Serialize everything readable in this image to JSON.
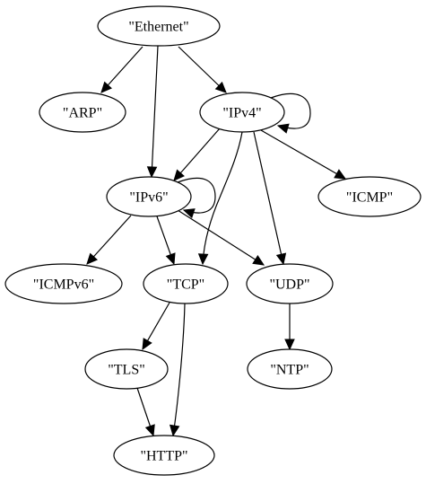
{
  "nodes": [
    {
      "id": "ethernet",
      "label": "\"Ethernet\""
    },
    {
      "id": "arp",
      "label": "\"ARP\""
    },
    {
      "id": "ipv4",
      "label": "\"IPv4\""
    },
    {
      "id": "ipv6",
      "label": "\"IPv6\""
    },
    {
      "id": "icmp",
      "label": "\"ICMP\""
    },
    {
      "id": "icmpv6",
      "label": "\"ICMPv6\""
    },
    {
      "id": "tcp",
      "label": "\"TCP\""
    },
    {
      "id": "udp",
      "label": "\"UDP\""
    },
    {
      "id": "tls",
      "label": "\"TLS\""
    },
    {
      "id": "ntp",
      "label": "\"NTP\""
    },
    {
      "id": "http",
      "label": "\"HTTP\""
    }
  ],
  "edges": [
    {
      "from": "ethernet",
      "to": "arp"
    },
    {
      "from": "ethernet",
      "to": "ipv4"
    },
    {
      "from": "ethernet",
      "to": "ipv6"
    },
    {
      "from": "ipv4",
      "to": "ipv4"
    },
    {
      "from": "ipv4",
      "to": "ipv6"
    },
    {
      "from": "ipv4",
      "to": "icmp"
    },
    {
      "from": "ipv4",
      "to": "tcp"
    },
    {
      "from": "ipv4",
      "to": "udp"
    },
    {
      "from": "ipv6",
      "to": "ipv6"
    },
    {
      "from": "ipv6",
      "to": "icmpv6"
    },
    {
      "from": "ipv6",
      "to": "tcp"
    },
    {
      "from": "ipv6",
      "to": "udp"
    },
    {
      "from": "tcp",
      "to": "tls"
    },
    {
      "from": "tcp",
      "to": "http"
    },
    {
      "from": "udp",
      "to": "ntp"
    },
    {
      "from": "tls",
      "to": "http"
    }
  ]
}
